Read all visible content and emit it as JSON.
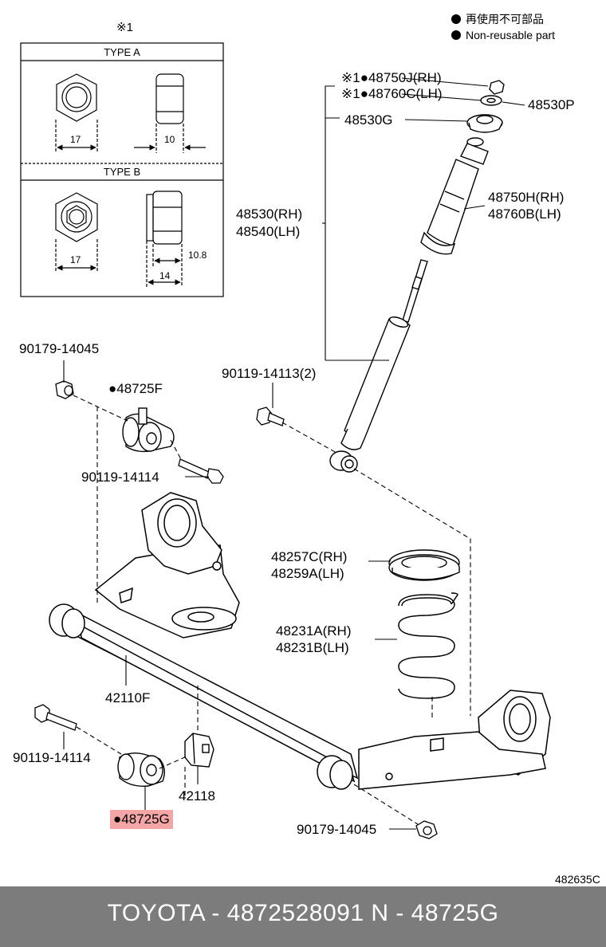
{
  "legend": {
    "jp": "再使用不可部品",
    "en": "Non-reusable part"
  },
  "inset": {
    "mark": "※1",
    "type_a": {
      "title": "TYPE A",
      "dim_width": "17",
      "dim_height": "10"
    },
    "type_b": {
      "title": "TYPE B",
      "dim_width": "17",
      "dim_flange": "10.8",
      "dim_height": "14"
    }
  },
  "callouts": {
    "nut_48750j": "※1●48750J(RH)",
    "nut_48760c": "※1●48760C(LH)",
    "washer_48530p": "48530P",
    "mount_48530g": "48530G",
    "shock_rh": "48530(RH)",
    "shock_lh": "48540(LH)",
    "boot_rh": "48750H(RH)",
    "boot_lh": "48760B(LH)",
    "nut_top": "90179-14045",
    "bushing_48725f": "●48725F",
    "bolt_shock": "90119-14113(2)",
    "bolt_upper": "90119-14114",
    "seat_rh": "48257C(RH)",
    "seat_lh": "48259A(LH)",
    "spring_rh": "48231A(RH)",
    "spring_lh": "48231B(LH)",
    "beam": "42110F",
    "bolt_lower": "90119-14114",
    "bracket": "42118",
    "bushing_48725g": "●48725G",
    "nut_bottom": "90179-14045"
  },
  "diagram_code": "482635C",
  "footer": {
    "text": "TOYOTA - 4872528091     N - 48725G"
  }
}
